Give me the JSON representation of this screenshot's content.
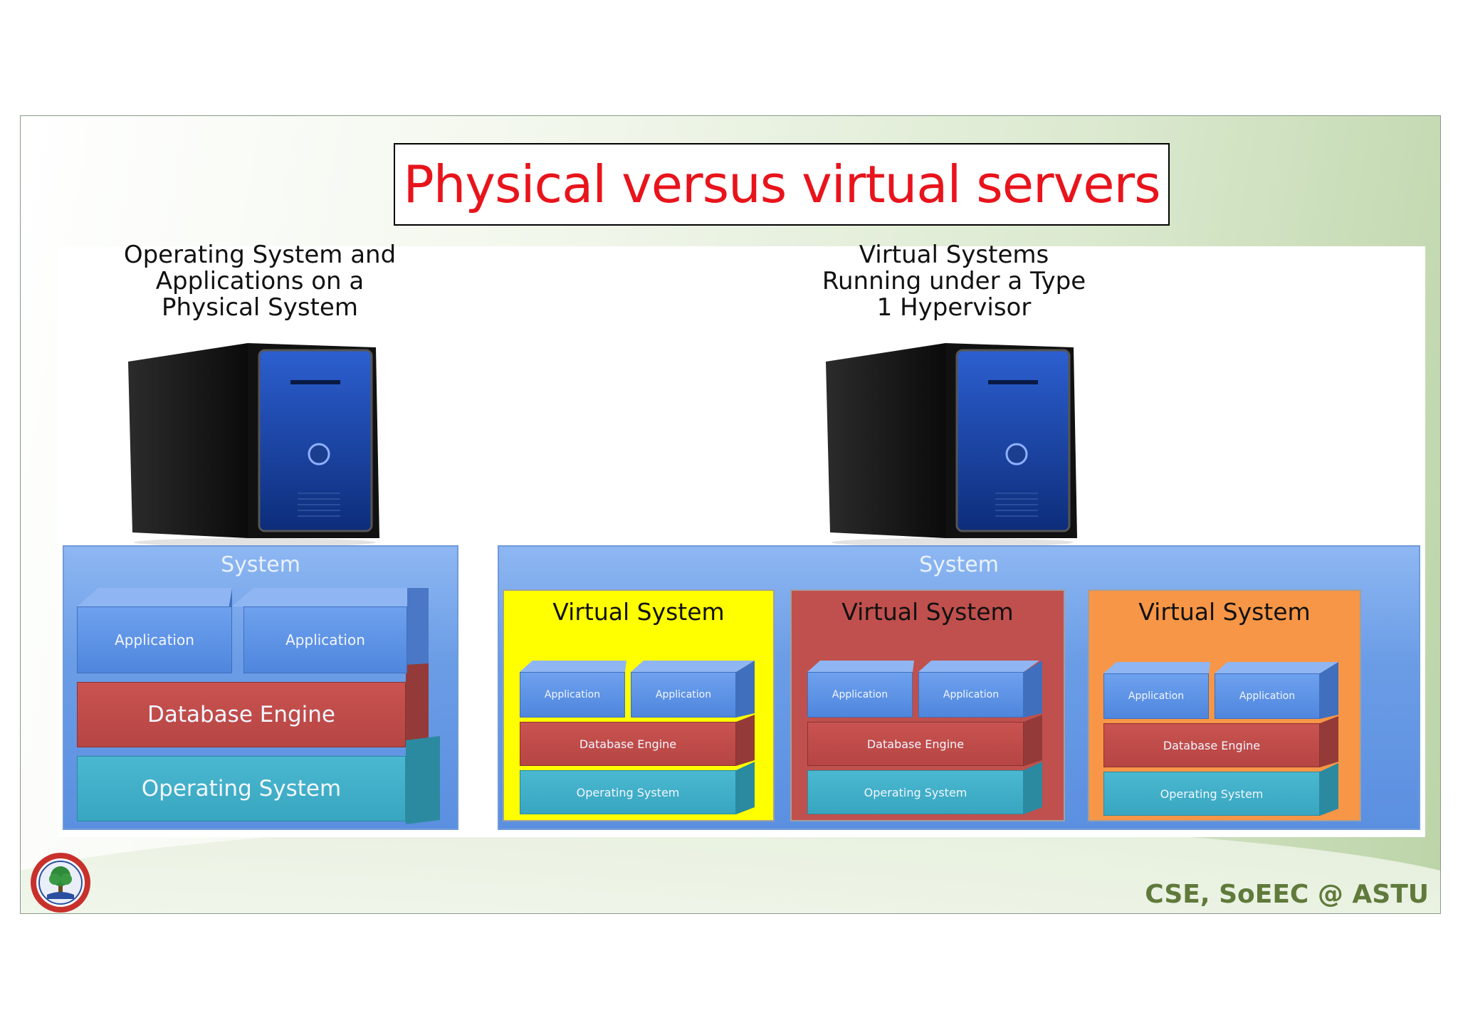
{
  "title": "Physical versus virtual servers",
  "left_caption": [
    "Operating System and",
    "Applications on a",
    "Physical System"
  ],
  "right_caption": [
    "Virtual Systems",
    "Running under a Type",
    "1 Hypervisor"
  ],
  "physical_system": {
    "label": "System",
    "app1": "Application",
    "app2": "Application",
    "db": "Database Engine",
    "os": "Operating System"
  },
  "hypervisor_system": {
    "label": "System",
    "virtual_systems": [
      {
        "title": "Virtual System",
        "color": "#ffff00",
        "app1": "Application",
        "app2": "Application",
        "db": "Database Engine",
        "os": "Operating System"
      },
      {
        "title": "Virtual System",
        "color": "#c0504d",
        "app1": "Application",
        "app2": "Application",
        "db": "Database Engine",
        "os": "Operating System"
      },
      {
        "title": "Virtual System",
        "color": "#f79646",
        "app1": "Application",
        "app2": "Application",
        "db": "Database Engine",
        "os": "Operating System"
      }
    ]
  },
  "footer": "CSE, SoEEC @ ASTU",
  "colors": {
    "title_red": "#e8141c",
    "application_blue": "#4f86dd",
    "database_red": "#b64543",
    "os_teal": "#38a6c0",
    "system_blue": "#6b9de6"
  }
}
